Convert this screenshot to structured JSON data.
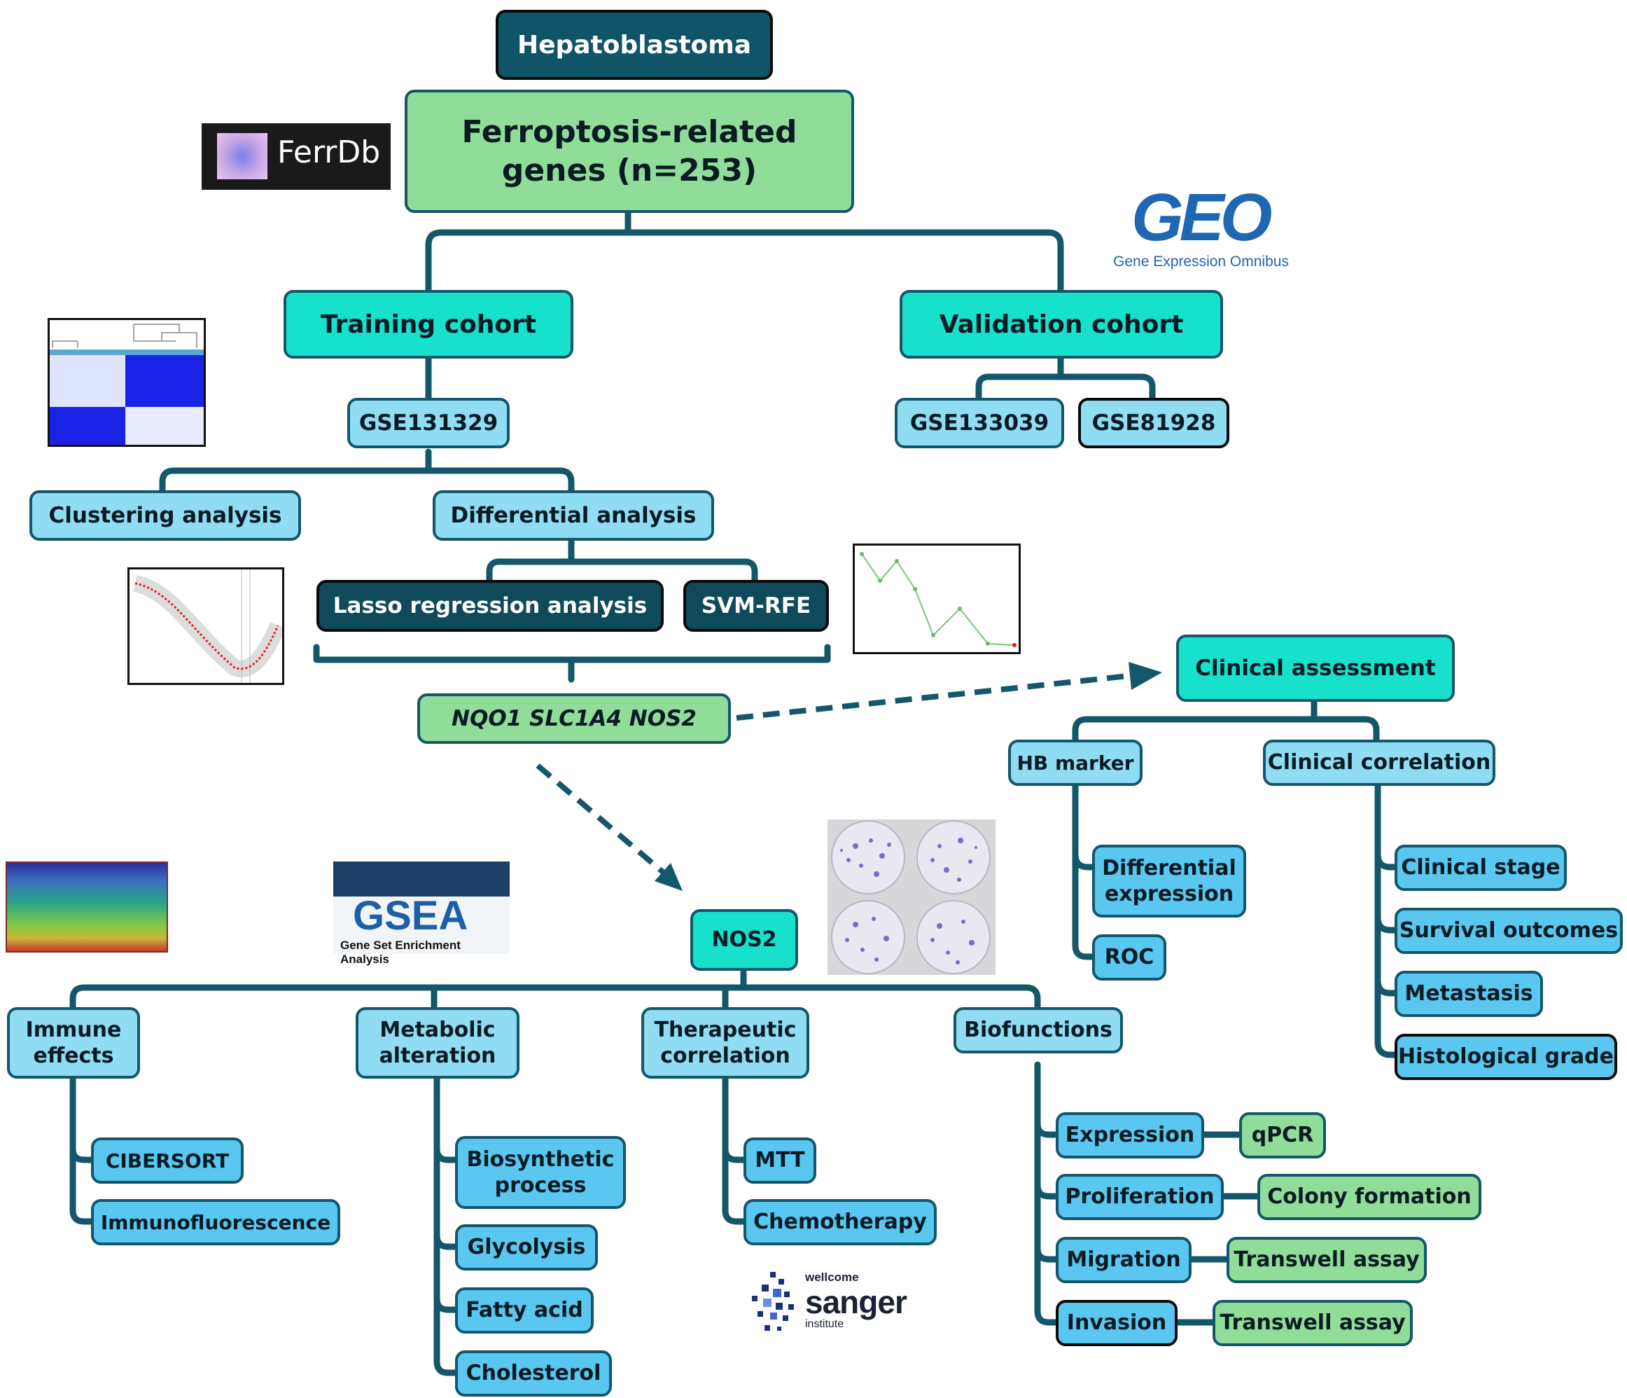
{
  "title": "Hepatoblastoma",
  "top": "Ferroptosis-related\ngenes (n=253)",
  "cohorts": {
    "training": "Training cohort",
    "validation": "Validation cohort"
  },
  "datasets": {
    "train": "GSE131329",
    "val1": "GSE133039",
    "val2": "GSE81928"
  },
  "analysis": {
    "clustering": "Clustering analysis",
    "differential": "Differential analysis",
    "lasso": "Lasso regression analysis",
    "svm": "SVM-RFE"
  },
  "genes": "NQO1  SLC1A4  NOS2",
  "clinical": {
    "title": "Clinical assessment",
    "hb_marker": "HB marker",
    "correlation": "Clinical correlation",
    "diff_expr": "Differential\nexpression",
    "roc": "ROC",
    "stage": "Clinical stage",
    "survival": "Survival outcomes",
    "metastasis": "Metastasis",
    "grade": "Histological grade"
  },
  "nos2": "NOS2",
  "branches": {
    "immune": {
      "title": "Immune\neffects",
      "items": [
        "CIBERSORT",
        "Immunofluorescence"
      ]
    },
    "metabolic": {
      "title": "Metabolic\nalteration",
      "items": [
        "Biosynthetic\nprocess",
        "Glycolysis",
        "Fatty acid",
        "Cholesterol"
      ]
    },
    "therapeutic": {
      "title": "Therapeutic\ncorrelation",
      "items": [
        "MTT",
        "Chemotherapy"
      ]
    },
    "biofunctions": {
      "title": "Biofunctions",
      "items": [
        "Expression",
        "Proliferation",
        "Migration",
        "Invasion"
      ],
      "assays": [
        "qPCR",
        "Colony formation",
        "Transwell assay",
        "Transwell assay"
      ]
    }
  },
  "logos": {
    "ferrdb": "FerrDb",
    "geo": "GEO",
    "geo_sub": "Gene Expression Omnibus",
    "gsea": "GSEA",
    "gsea_sub": "Gene Set Enrichment Analysis",
    "sanger_top": "wellcome",
    "sanger": "sanger",
    "sanger_bottom": "institute"
  },
  "colors": {
    "line": "#14566a",
    "dark": "#0f4a5a",
    "green": "#8fdd98",
    "teal": "#17e0cb",
    "light_blue": "#8fdcf3",
    "blue": "#59c7f0"
  }
}
